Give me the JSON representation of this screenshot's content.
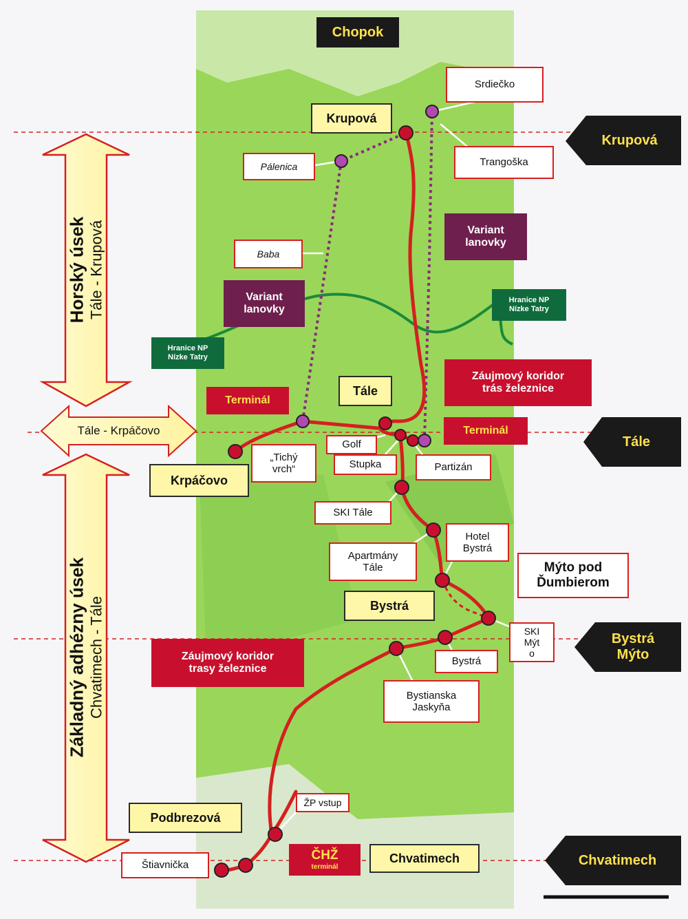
{
  "map": {
    "peak_label": "Chopok",
    "left_section_top": {
      "line1": "Horský úsek",
      "line2": "Tále - Krupová"
    },
    "left_section_mid": "Tále - Krpáčovo",
    "left_section_bottom": {
      "line1": "Základný adhézny úsek",
      "line2": "Chvatimech - Tále"
    },
    "right_tabs": {
      "krupova": "Krupová",
      "tale": "Tále",
      "bystra": "Bystrá\nMýto",
      "chvatimech": "Chvatimech"
    },
    "stations_white": {
      "srdiecko": "Srdiečko",
      "trangoska": "Trangoška",
      "palenica": "Pálenica",
      "baba": "Baba",
      "tichy_vrch": "„Tichý\nvrch“",
      "golf": "Golf",
      "stupka": "Stupka",
      "partizan": "Partizán",
      "ski_tale": "SKI Tále",
      "hotel_bystra": "Hotel\nBystrá",
      "apartmany_tale": "Apartmány\nTále",
      "myto_pod_dumbierom": "Mýto pod\nĎumbierom",
      "ski_myto": "SKI\nMýt\no",
      "bystra_stop": "Bystrá",
      "bystrianska_jaskyna": "Bystianska\nJaskyňa",
      "zp_vstup": "ŽP vstup",
      "stiavnicka": "Štiavnička"
    },
    "places_yellow": {
      "krupova": "Krupová",
      "tale": "Tále",
      "krpacovo": "Krpáčovo",
      "bystra": "Bystrá",
      "podbrezova": "Podbrezová",
      "chvatimech": "Chvatimech"
    },
    "red_labels": {
      "terminal_left": "Terminál",
      "terminal_right": "Terminál",
      "koridor_upper": "Záujmový koridor\ntrás železnice",
      "koridor_lower": "Záujmový koridor\ntrasy železnice",
      "chz_title": "ČHŽ",
      "chz_sub": "terminál"
    },
    "purple_labels": {
      "variant_right": "Variant\nlanovky",
      "variant_left": "Variant\nlanovky"
    },
    "green_labels": {
      "np_right": "Hranice NP\nNízke Tatry",
      "np_left": "Hranice NP\nNízke Tatry"
    },
    "colors": {
      "route": "#d42020",
      "cableway": "#8a2a7a",
      "np_border": "#1a8a3a",
      "map_green": "#8fd14f"
    }
  }
}
